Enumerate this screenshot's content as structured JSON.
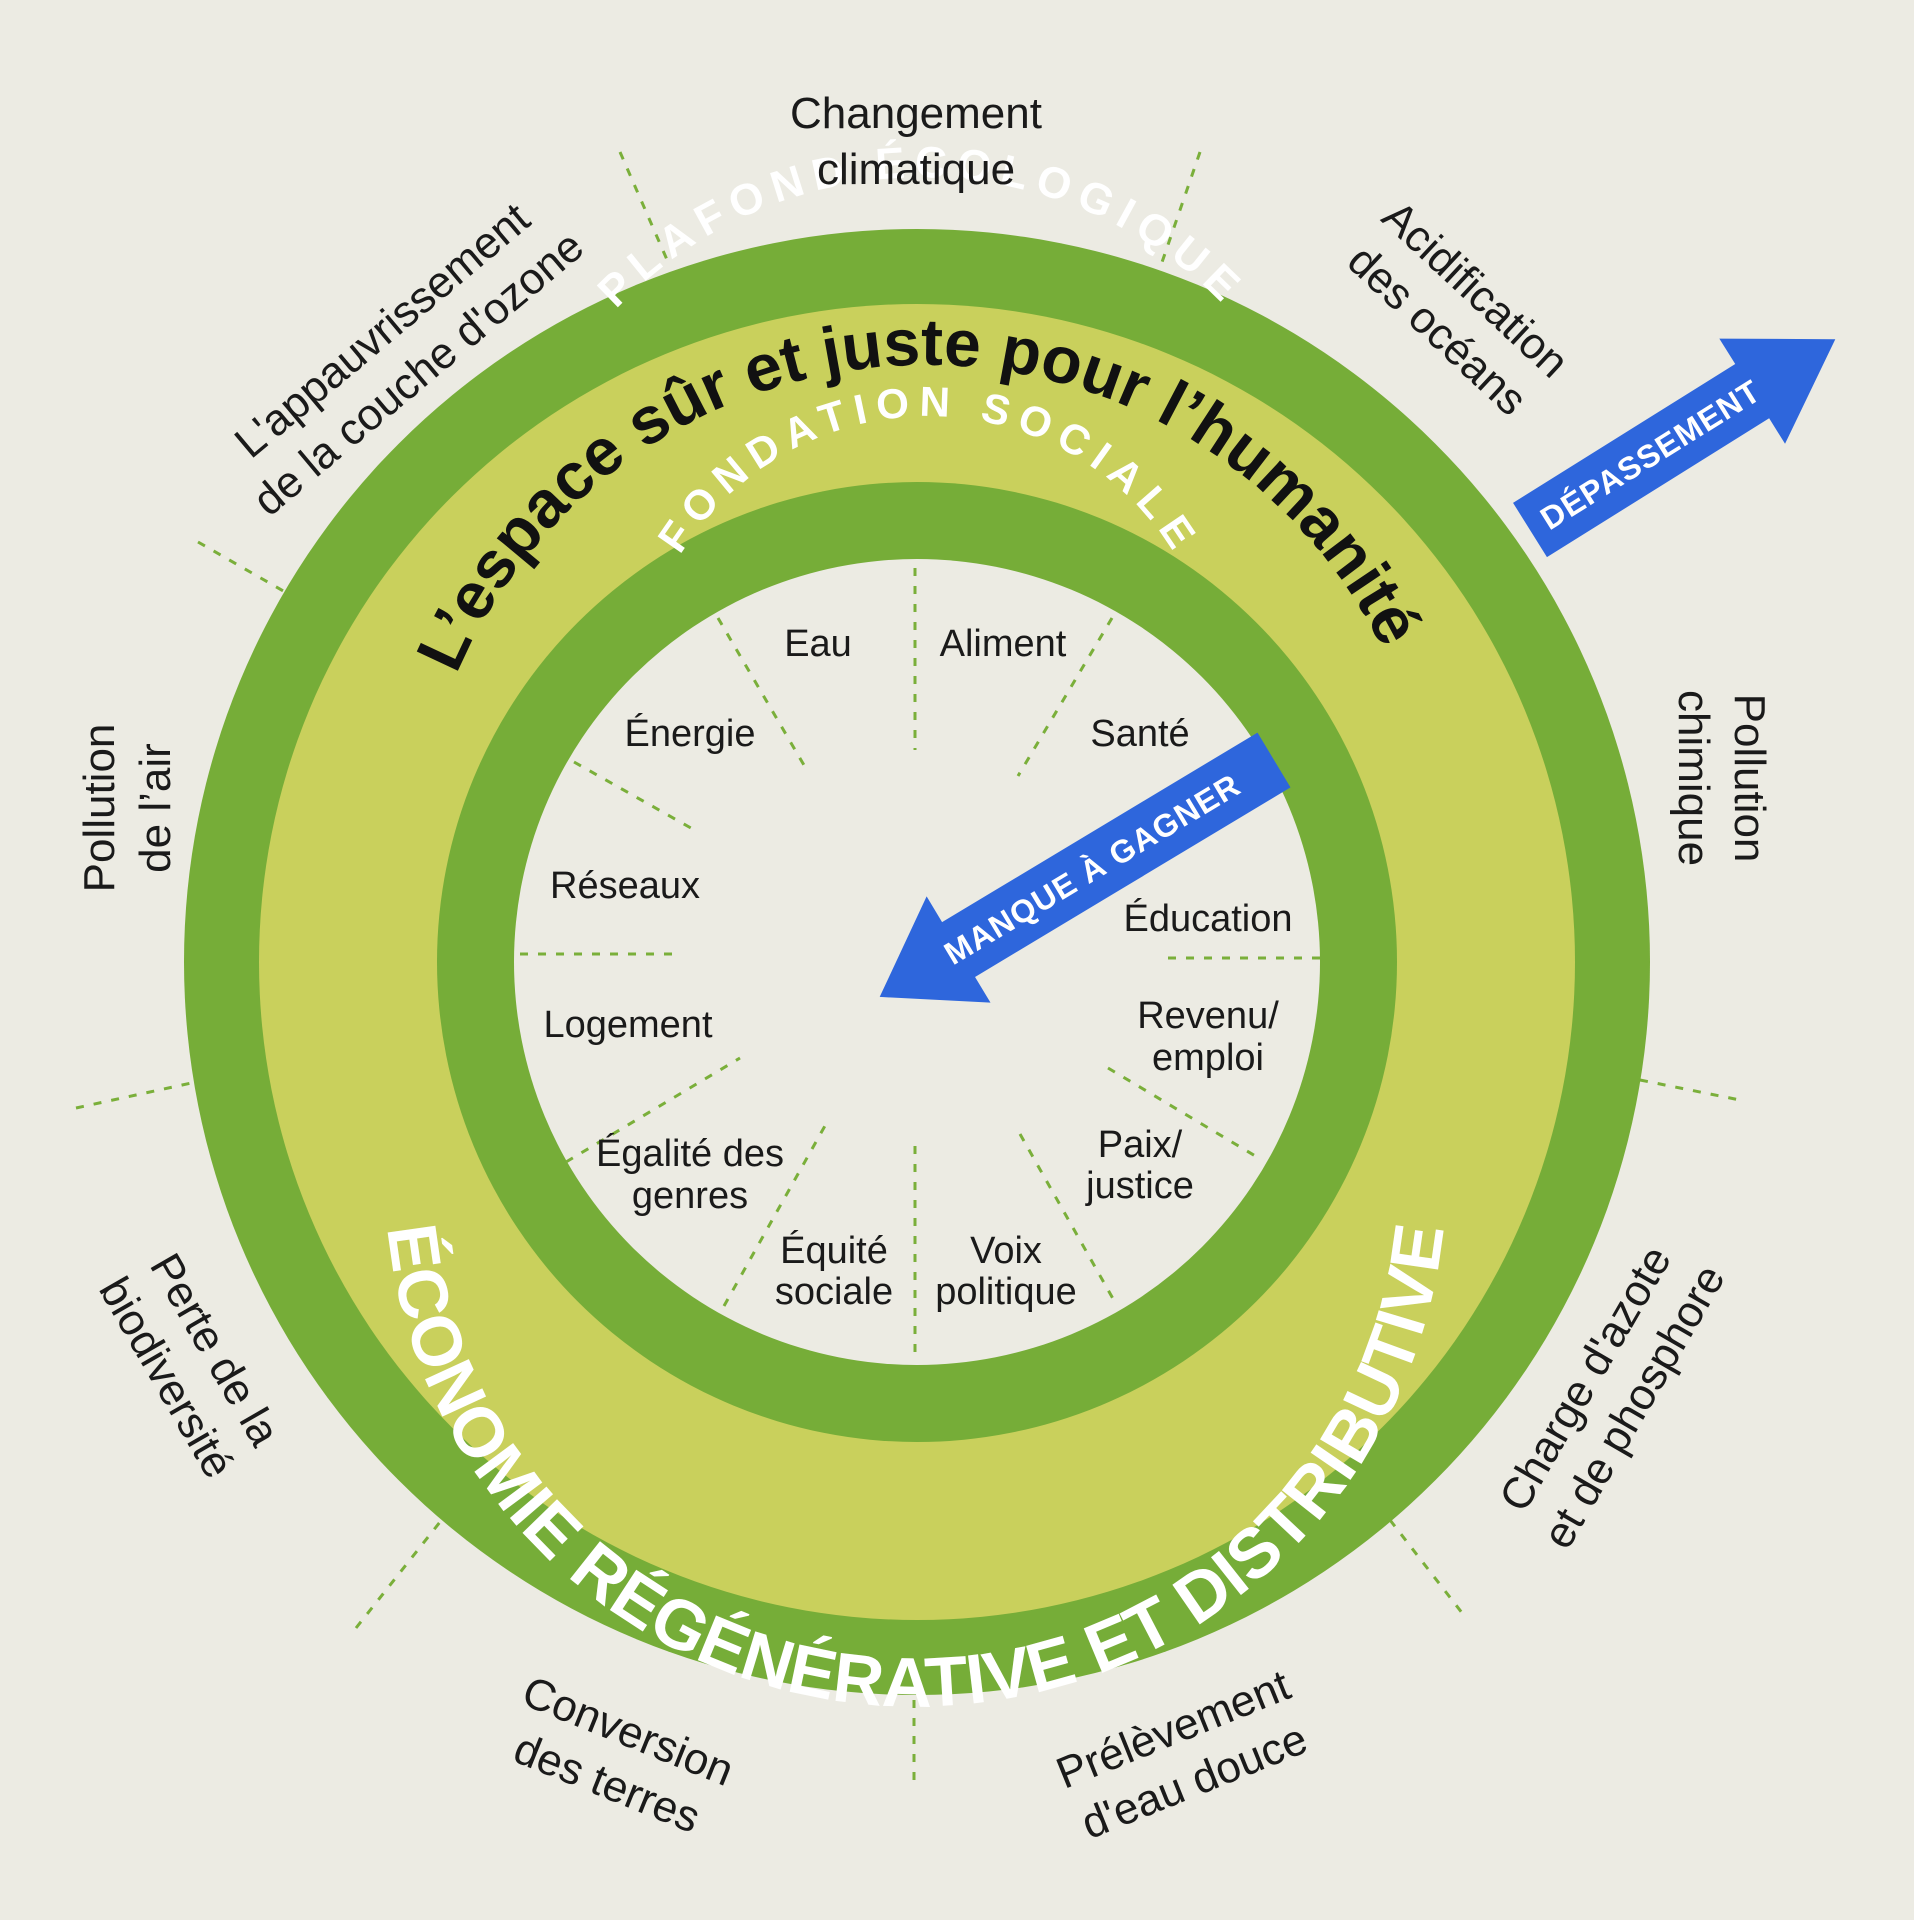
{
  "colors": {
    "background": "#ECEBE3",
    "outer_ring": "#76AD38",
    "middle_band": "#C9D05C",
    "inner_ring": "#76AD38",
    "center": "#ECEBE3",
    "arrow": "#2E66DC",
    "dash": "#7AAF3A"
  },
  "rings": {
    "ecological_ceiling": "PLAFOND ÉCOLOGIQUE",
    "safe_space": "L’espace sûr et juste pour l’humanité",
    "social_foundation": "FONDATION SOCIALE",
    "economy": "ÉCONOMIE RÉGÉNÉRATIVE ET DISTRIBUTIVE"
  },
  "arrows": {
    "overshoot": "DÉPASSEMENT",
    "shortfall": "MANQUE À GAGNER"
  },
  "ecological_ceiling_items": {
    "climate_line1": "Changement",
    "climate_line2": "climatique",
    "acid_line1": "Acidification",
    "acid_line2": "des océans",
    "chem_line1": "Pollution",
    "chem_line2": "chimique",
    "nitro_line1": "Charge d'azote",
    "nitro_line2": "et de phosphore",
    "water_line1": "Prélèvement",
    "water_line2": "d'eau douce",
    "land_line1": "Conversion",
    "land_line2": "des terres",
    "bio_line1": "Perte de la",
    "bio_line2": "biodiversité",
    "air_line1": "Pollution",
    "air_line2": "de l’air",
    "ozone_line1": "L'appauvrissement",
    "ozone_line2": "de la couche d'ozone"
  },
  "social_foundation_items": {
    "water": "Eau",
    "food": "Aliment",
    "health": "Santé",
    "energy": "Énergie",
    "networks": "Réseaux",
    "education": "Éducation",
    "income_line1": "Revenu/",
    "income_line2": "emploi",
    "housing": "Logement",
    "peace_line1": "Paix/",
    "peace_line2": "justice",
    "gender_line1": "Égalité des",
    "gender_line2": "genres",
    "equity_line1": "Équité",
    "equity_line2": "sociale",
    "voice_line1": "Voix",
    "voice_line2": "politique"
  }
}
